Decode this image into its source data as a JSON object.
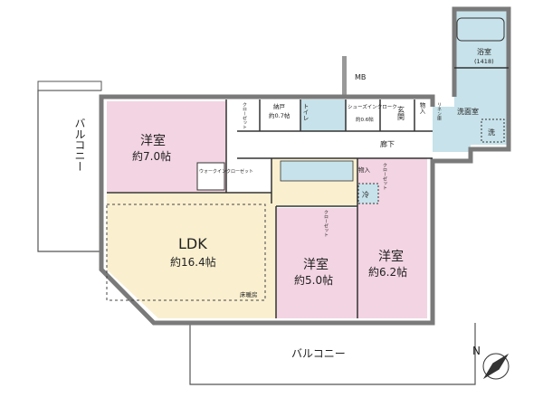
{
  "rooms": {
    "western1": {
      "name": "洋室",
      "size": "約7.0帖"
    },
    "ldk": {
      "name": "LDK",
      "size": "約16.4帖",
      "note": "床暖房"
    },
    "western2": {
      "name": "洋室",
      "size": "約5.0帖"
    },
    "western3": {
      "name": "洋室",
      "size": "約6.2帖"
    },
    "storage": {
      "name": "納戸",
      "size": "約0.7帖"
    },
    "toilet": "トイレ",
    "shoes": {
      "name": "シューズインクローク",
      "size": "約0.6帖"
    },
    "entrance": "玄関",
    "hallway": "廊下",
    "bath": {
      "name": "浴室",
      "size": "(1418)"
    },
    "washroom": "洗面室",
    "washer": "洗",
    "fridge": "冷",
    "linen": "リネン庫",
    "closet": "クローゼット",
    "walkin": "ウォークインクローゼット",
    "storage_in": "物入",
    "mb": "MB"
  },
  "balconies": {
    "left": "バルコニー",
    "bottom": "バルコニー"
  },
  "compass": "N",
  "colors": {
    "pink": "#f3d4e2",
    "yellow": "#faefcf",
    "blue": "#c7e2ea",
    "wall": "#7a7a7a"
  }
}
